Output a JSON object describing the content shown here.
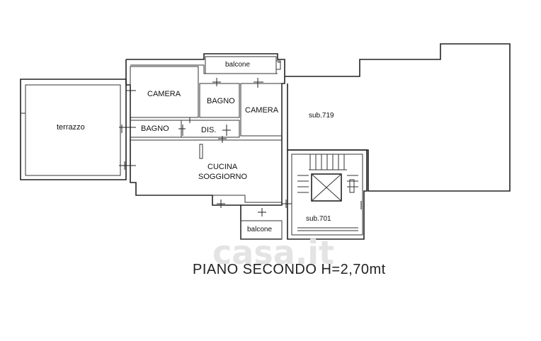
{
  "rooms": {
    "terrazzo": "terrazzo",
    "camera_1": "CAMERA",
    "bagno_1": "BAGNO",
    "camera_2": "CAMERA",
    "bagno_2": "BAGNO",
    "dis": "DIS.",
    "cucina": "CUCINA",
    "soggiorno": "SOGGIORNO",
    "balcone_top": "balcone",
    "balcone_bottom": "balcone",
    "sub_719": "sub.719",
    "sub_701": "sub.701"
  },
  "caption": "PIANO SECONDO H=2,70mt",
  "watermark": "casa.it"
}
